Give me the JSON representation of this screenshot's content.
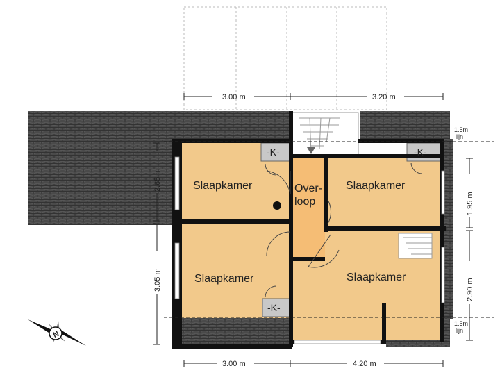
{
  "rooms": {
    "top_left": "Slaapkamer",
    "bottom_left": "Slaapkamer",
    "top_right": "Slaapkamer",
    "bottom_right": "Slaapkamer",
    "landing_line1": "Over-",
    "landing_line2": "loop"
  },
  "closets": {
    "label": "-K-"
  },
  "dimensions": {
    "top_left_width": "3.00 m",
    "top_right_width": "3.20 m",
    "bottom_left_width": "3.00 m",
    "bottom_right_width": "4.20 m",
    "left_upper_height": "2.65 m",
    "left_lower_height": "3.05 m",
    "right_upper_height": "1.95 m",
    "right_lower_height": "2.90 m"
  },
  "roof_lines": {
    "top_value": "1.5m",
    "top_unit": "lijn",
    "bottom_value": "1.5m",
    "bottom_unit": "lijn"
  },
  "compass": {
    "letter": "N"
  },
  "colors": {
    "room_fill": "#f2c98b",
    "landing_fill": "#f5bd75",
    "roof_fill": "#4a4a4a",
    "closet_fill": "#c8c8c8",
    "wall": "#111111"
  }
}
